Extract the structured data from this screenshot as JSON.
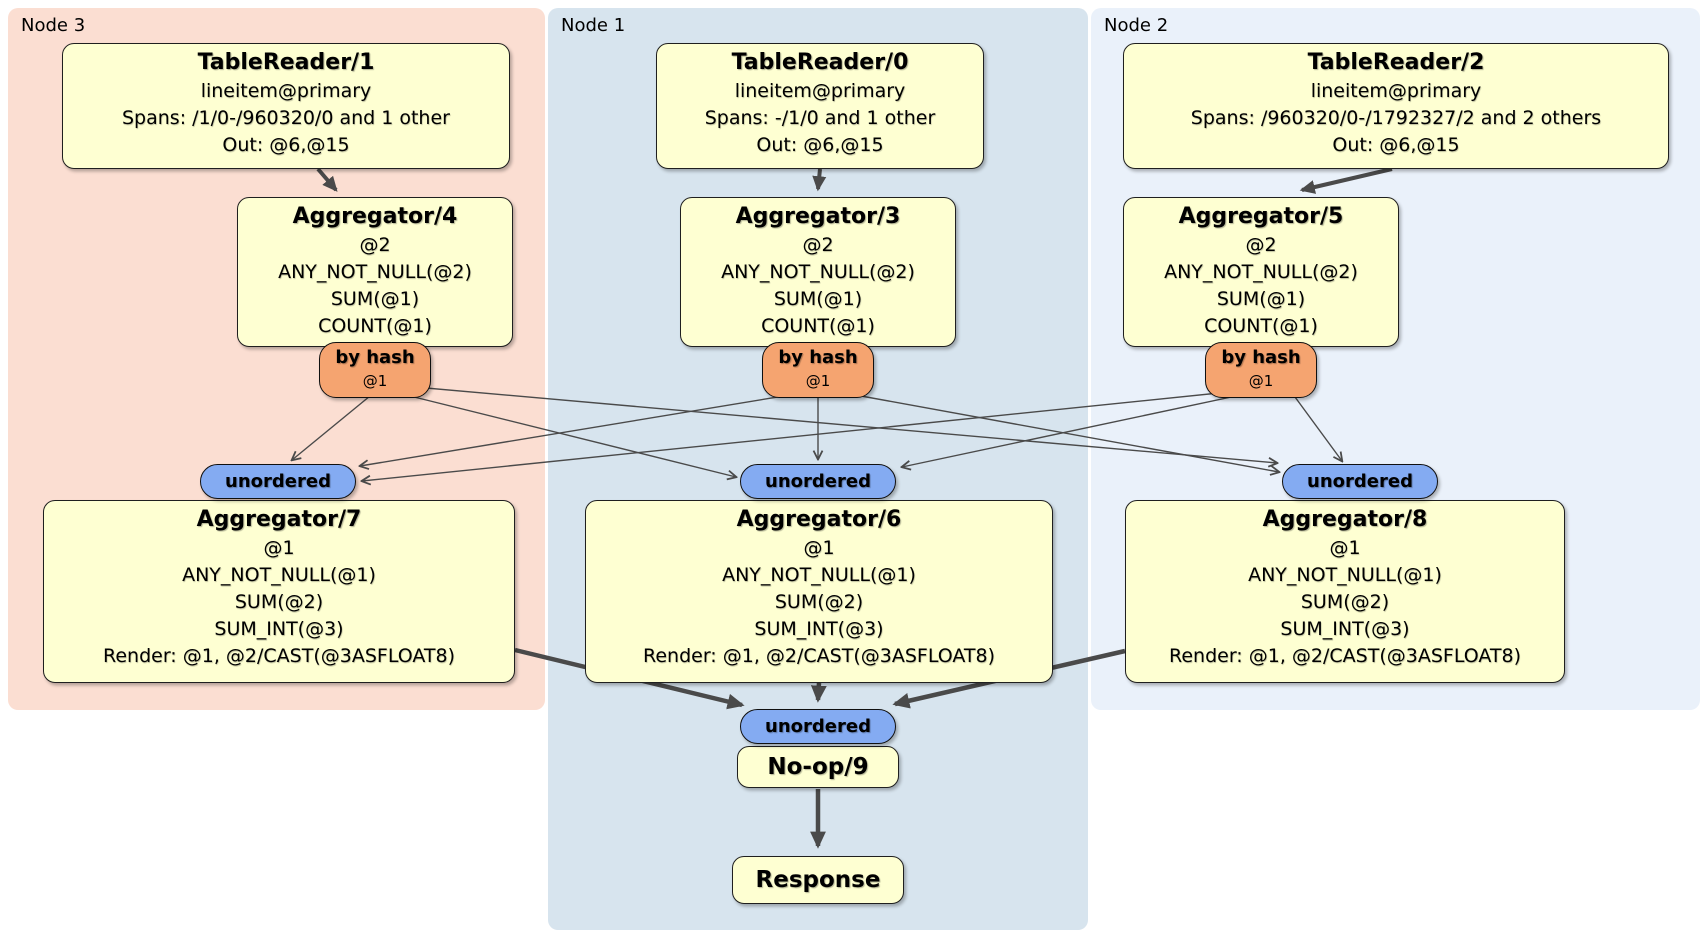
{
  "nodes": {
    "node3": {
      "label": "Node 3"
    },
    "node1": {
      "label": "Node 1"
    },
    "node2": {
      "label": "Node 2"
    }
  },
  "processors": {
    "tr1": {
      "title": "TableReader/1",
      "lines": [
        "lineitem@primary",
        "Spans: /1/0-/960320/0 and 1 other",
        "Out: @6,@15"
      ]
    },
    "tr0": {
      "title": "TableReader/0",
      "lines": [
        "lineitem@primary",
        "Spans: -/1/0 and 1 other",
        "Out: @6,@15"
      ]
    },
    "tr2": {
      "title": "TableReader/2",
      "lines": [
        "lineitem@primary",
        "Spans: /960320/0-/1792327/2 and 2 others",
        "Out: @6,@15"
      ]
    },
    "agg4": {
      "title": "Aggregator/4",
      "lines": [
        "@2",
        "ANY_NOT_NULL(@2)",
        "SUM(@1)",
        "COUNT(@1)"
      ]
    },
    "agg3": {
      "title": "Aggregator/3",
      "lines": [
        "@2",
        "ANY_NOT_NULL(@2)",
        "SUM(@1)",
        "COUNT(@1)"
      ]
    },
    "agg5": {
      "title": "Aggregator/5",
      "lines": [
        "@2",
        "ANY_NOT_NULL(@2)",
        "SUM(@1)",
        "COUNT(@1)"
      ]
    },
    "agg7": {
      "title": "Aggregator/7",
      "lines": [
        "@1",
        "ANY_NOT_NULL(@1)",
        "SUM(@2)",
        "SUM_INT(@3)",
        "Render: @1, @2/CAST(@3ASFLOAT8)"
      ]
    },
    "agg6": {
      "title": "Aggregator/6",
      "lines": [
        "@1",
        "ANY_NOT_NULL(@1)",
        "SUM(@2)",
        "SUM_INT(@3)",
        "Render: @1, @2/CAST(@3ASFLOAT8)"
      ]
    },
    "agg8": {
      "title": "Aggregator/8",
      "lines": [
        "@1",
        "ANY_NOT_NULL(@1)",
        "SUM(@2)",
        "SUM_INT(@3)",
        "Render: @1, @2/CAST(@3ASFLOAT8)"
      ]
    },
    "noop": {
      "title": "No-op/9"
    },
    "response": {
      "title": "Response"
    }
  },
  "routers": {
    "by_hash": {
      "label": "by hash",
      "sub": "@1"
    },
    "unordered": {
      "label": "unordered"
    }
  },
  "colors": {
    "node3_bg": "#fbded2",
    "node1_bg": "#d7e4ee",
    "node2_bg": "#eaf1fa",
    "processor_bg": "#feffd2",
    "by_hash_bg": "#f5a470",
    "unordered_bg": "#84abf2",
    "edge": "#4a4a4a"
  }
}
